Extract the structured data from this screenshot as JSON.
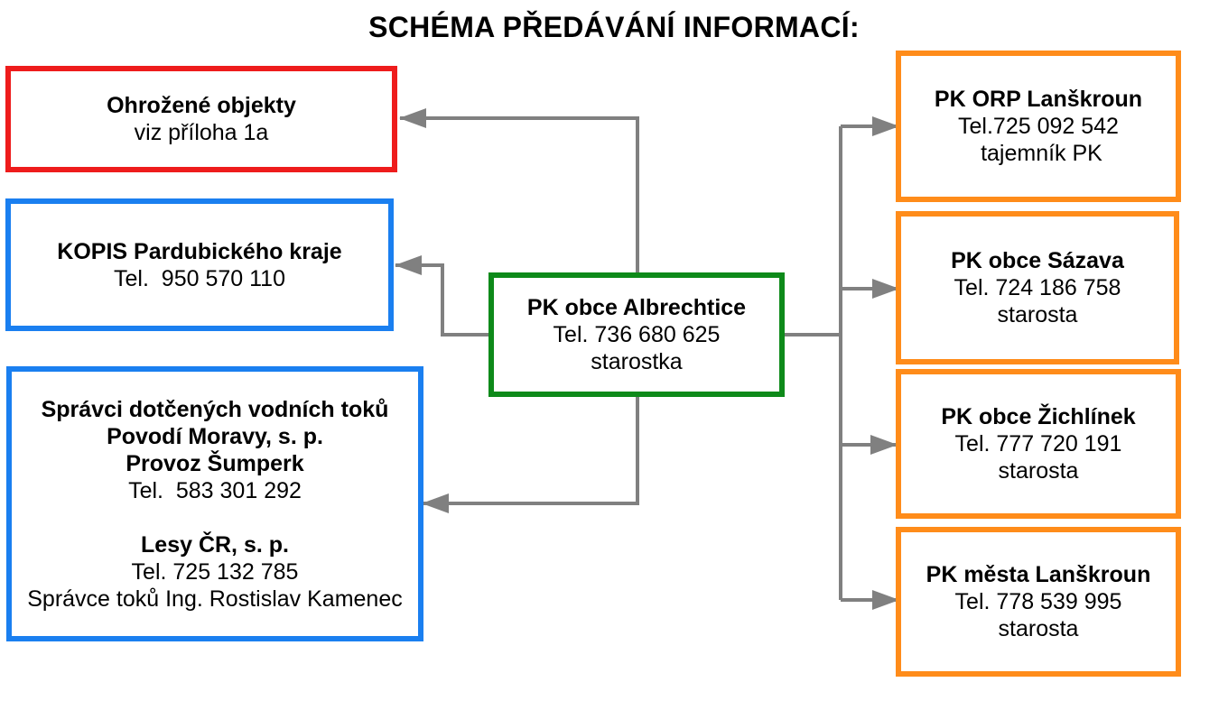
{
  "title": "SCHÉMA PŘEDÁVÁNÍ INFORMACÍ:",
  "center": {
    "name": "PK obce Albrechtice",
    "tel": "Tel. 736 680 625",
    "role": "starostka"
  },
  "left": {
    "ohrozene": {
      "name": "Ohrožené objekty",
      "note": "viz příloha 1a"
    },
    "kopis": {
      "name": "KOPIS Pardubického kraje",
      "tel": "Tel.  950 570 110"
    },
    "spravci": {
      "heading": "Správci dotčených vodních toků",
      "org1": "Povodí Moravy, s. p.",
      "unit1": "Provoz Šumperk",
      "tel1": "Tel.  583 301 292",
      "org2": "Lesy ČR, s. p.",
      "tel2": "Tel. 725 132 785",
      "contact2": "Správce toků Ing. Rostislav Kamenec"
    }
  },
  "right": [
    {
      "name": "PK ORP Lanškroun",
      "tel": "Tel.725 092 542",
      "role": " tajemník PK"
    },
    {
      "name": "PK obce Sázava",
      "tel": "Tel. 724 186 758",
      "role": "starosta"
    },
    {
      "name": "PK obce Žichlínek",
      "tel": "Tel. 777 720 191",
      "role": "starosta"
    },
    {
      "name": "PK města Lanškroun",
      "tel": "Tel. 778 539 995",
      "role": "starosta"
    }
  ],
  "colors": {
    "danger": "#ee1c1c",
    "info": "#1a7ff0",
    "source": "#0e8a1a",
    "municipal": "#ff8c1a",
    "connector": "#808080"
  }
}
